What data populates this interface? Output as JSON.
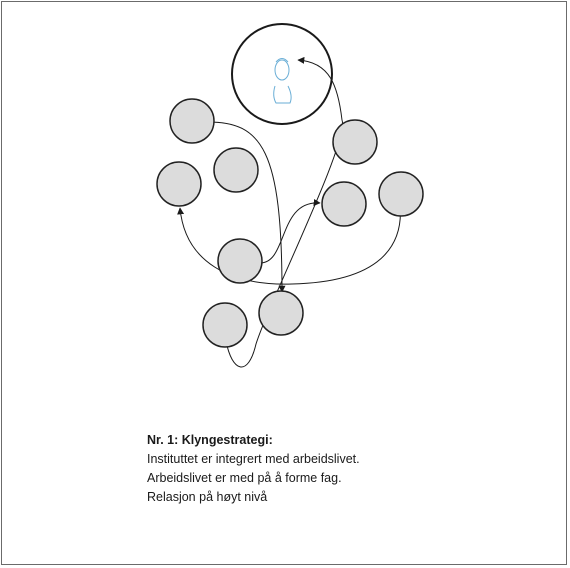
{
  "caption": {
    "title": "Nr. 1: Klyngestrategi:",
    "lines": [
      "Instituttet er integrert med arbeidslivet.",
      "Arbeidslivet er med på å forme fag.",
      "Relasjon på høyt nivå"
    ]
  },
  "colors": {
    "node_fill": "#dcdcdc",
    "node_stroke": "#222222",
    "person_stroke": "#6aaed6",
    "border": "#6b6b6b"
  },
  "icons": [
    "person-icon",
    "arrow-head"
  ]
}
